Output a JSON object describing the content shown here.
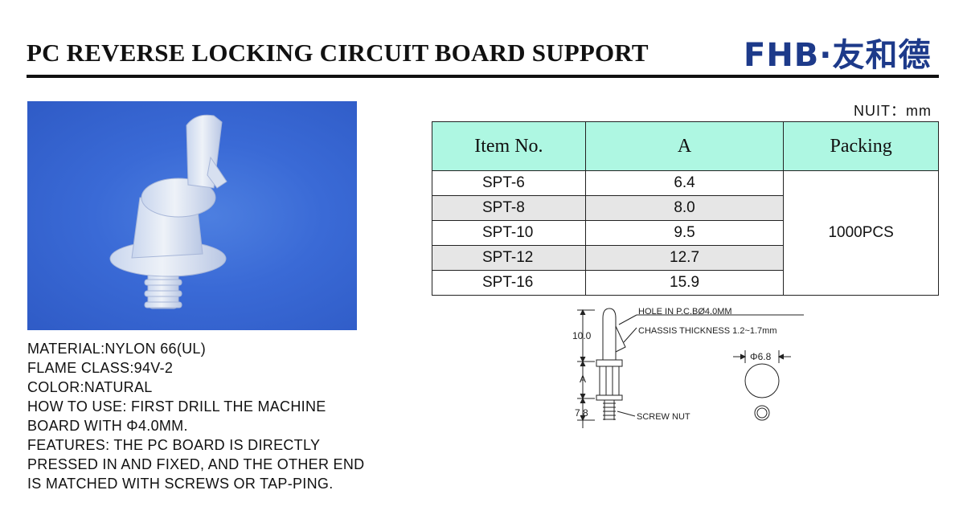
{
  "header": {
    "title": "PC REVERSE LOCKING CIRCUIT BOARD SUPPORT",
    "brand": "FHB·友和德"
  },
  "specs": {
    "material": "MATERIAL:NYLON 66(UL)",
    "flame": "FLAME CLASS:94V-2",
    "color": "COLOR:NATURAL",
    "how_to_use": "HOW TO USE: FIRST DRILL THE MACHINE BOARD WITH Φ4.0MM.",
    "features": "FEATURES: THE PC BOARD IS DIRECTLY PRESSED IN AND FIXED, AND THE OTHER END IS MATCHED WITH SCREWS OR TAP-PING."
  },
  "table": {
    "unit": "NUIT：mm",
    "headers": [
      "Item No.",
      "A",
      "Packing"
    ],
    "rows": [
      {
        "item": "SPT-6",
        "a": "6.4"
      },
      {
        "item": "SPT-8",
        "a": "8.0"
      },
      {
        "item": "SPT-10",
        "a": "9.5"
      },
      {
        "item": "SPT-12",
        "a": "12.7"
      },
      {
        "item": "SPT-16",
        "a": "15.9"
      }
    ],
    "packing": "1000PCS"
  },
  "drawing": {
    "dim_top": "10.0",
    "dim_a": "A",
    "dim_bottom": "7.8",
    "note_hole": "HOLE IN P.C.BØ4.0MM",
    "note_chassis": "CHASSIS THICKNESS 1.2~1.7mm",
    "note_nut": "SCREW NUT",
    "dim_diameter": "Φ6.8"
  },
  "colors": {
    "brand": "#1d3a8a",
    "header_fill": "#aef7e2",
    "row_shade": "#e6e6e6",
    "photo_bg": "#3a6ad6"
  }
}
